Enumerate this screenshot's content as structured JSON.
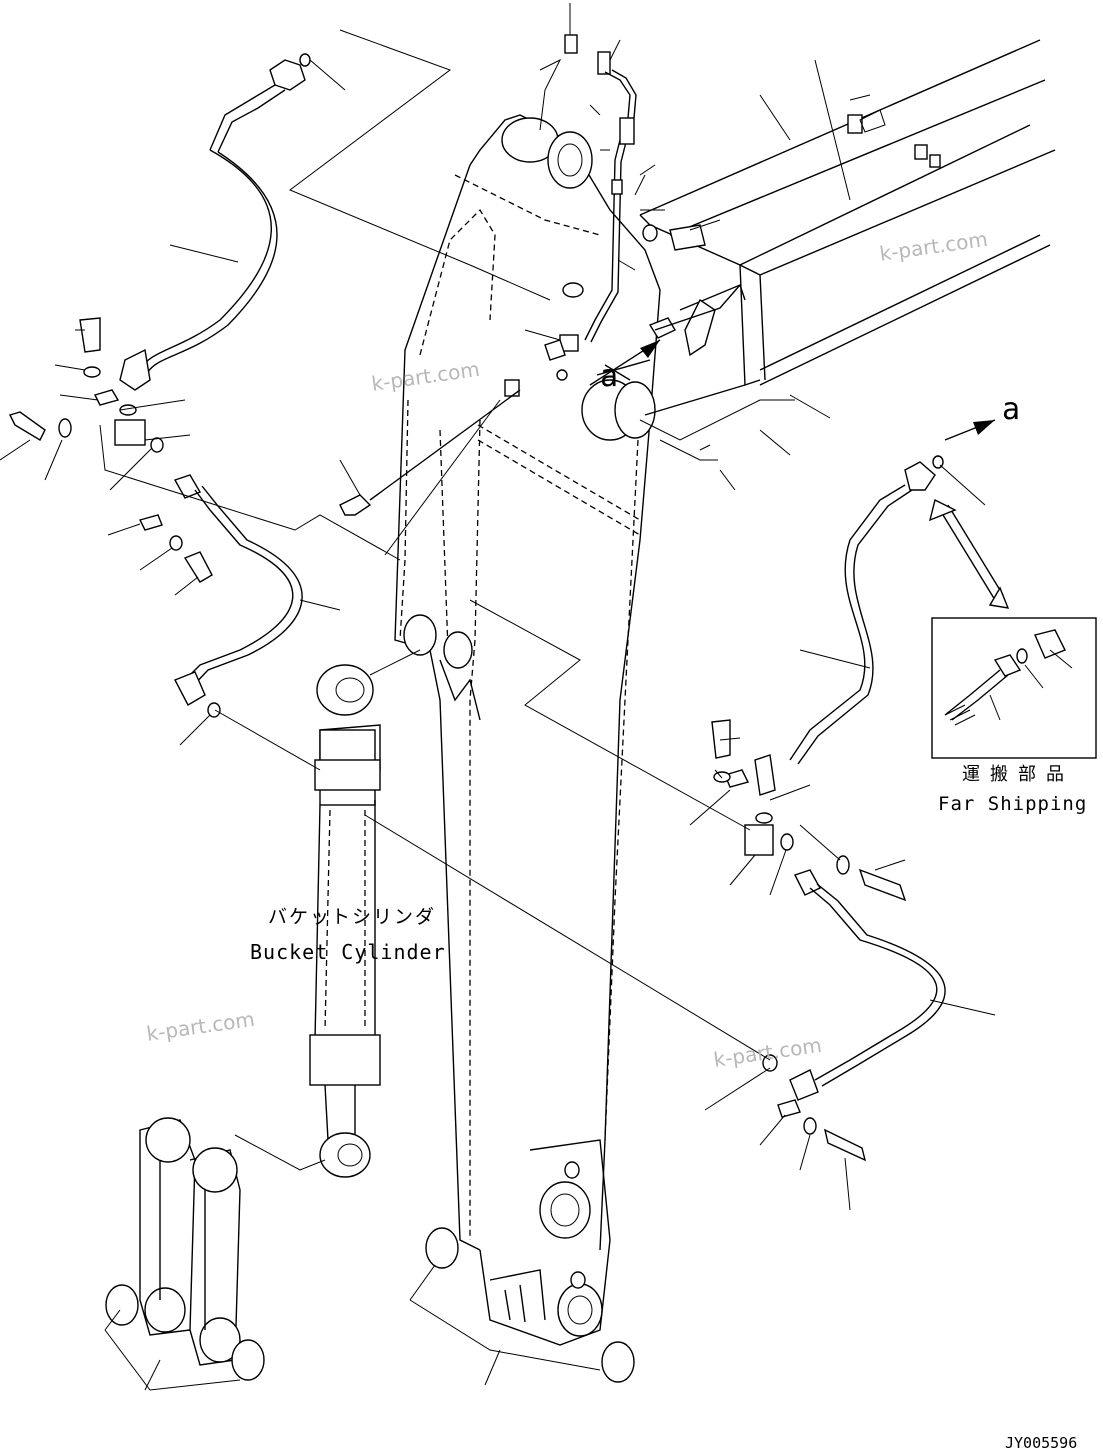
{
  "labels": {
    "view_mark_top": "a",
    "view_mark_right": "a",
    "bucket_cylinder_jp": "バケットシリンダ",
    "bucket_cylinder_en": "Bucket Cylinder",
    "shipping_jp": "運搬部品",
    "shipping_en": "Far Shipping",
    "drawing_number": "JY005596"
  },
  "watermarks": [
    "k-part.com",
    "k-part.com",
    "k-part.com",
    "k-part.com"
  ]
}
